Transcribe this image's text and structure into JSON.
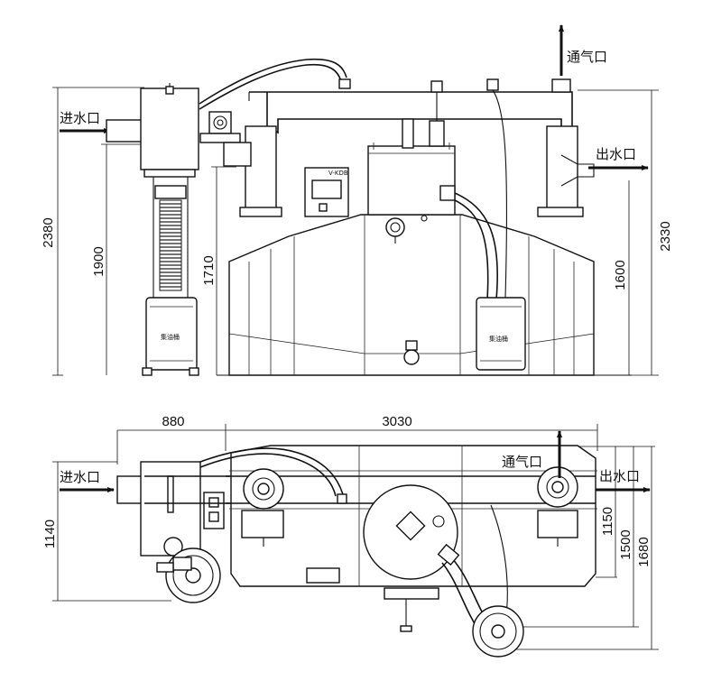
{
  "labels": {
    "inlet": "进水口",
    "outlet": "出水口",
    "vent": "通气口",
    "oil_tank": "集油桶",
    "panel_brand": "V-KDB"
  },
  "front_view": {
    "dims": {
      "overall_left": "2380",
      "inlet_height": "1900",
      "tank_height": "1710",
      "overall_right": "2330",
      "outlet_height": "1600"
    }
  },
  "top_view": {
    "dims": {
      "left_offset": "880",
      "length": "3030",
      "left_width": "1140",
      "w1": "1150",
      "w2": "1500",
      "w3": "1680"
    }
  }
}
